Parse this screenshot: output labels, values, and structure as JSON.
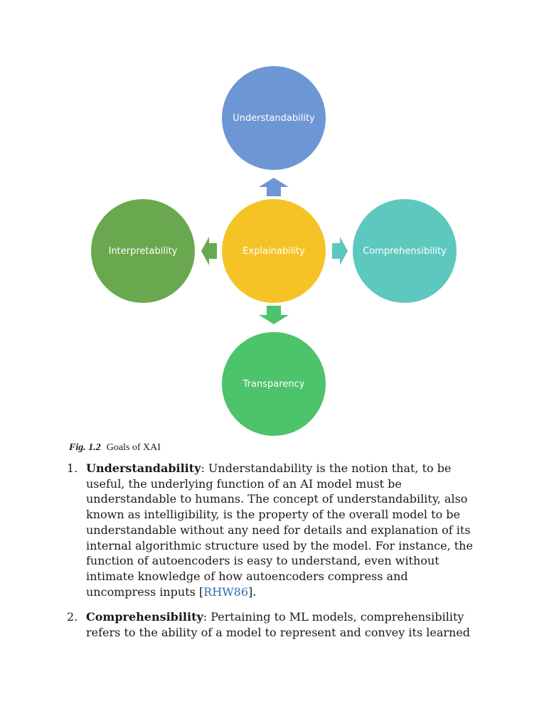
{
  "diagram": {
    "nodes": {
      "top": {
        "label": "Understandability",
        "color": "#6d96d4"
      },
      "center": {
        "label": "Explainability",
        "color": "#f6c327"
      },
      "left": {
        "label": "Interpretability",
        "color": "#6aa84f"
      },
      "right": {
        "label": "Comprehensibility",
        "color": "#5dc8bd"
      },
      "bottom": {
        "label": "Transparency",
        "color": "#4dc36b"
      }
    },
    "arrows": [
      "up",
      "left",
      "right",
      "down"
    ]
  },
  "caption": {
    "fig_label": "Fig. 1.2",
    "text": "Goals of XAI"
  },
  "list": [
    {
      "number": "1.",
      "term": "Understandability",
      "body": ": Understandability is the notion that, to be useful, the underlying function of an AI model must be understandable to humans. The concept of understandability, also known as intelligibility, is the property of the overall model to be understandable without any need for details and explanation of its internal algorithmic structure used by the model. For instance, the function of autoencoders is easy to understand, even without intimate knowledge of how autoencoders compress and uncompress inputs ",
      "cite_open": "[",
      "cite": "RHW86",
      "cite_close": "]."
    },
    {
      "number": "2.",
      "term": "Comprehensibility",
      "body": ": Pertaining to ML models, comprehensibility refers to the ability of a model to represent and convey its learned"
    }
  ]
}
